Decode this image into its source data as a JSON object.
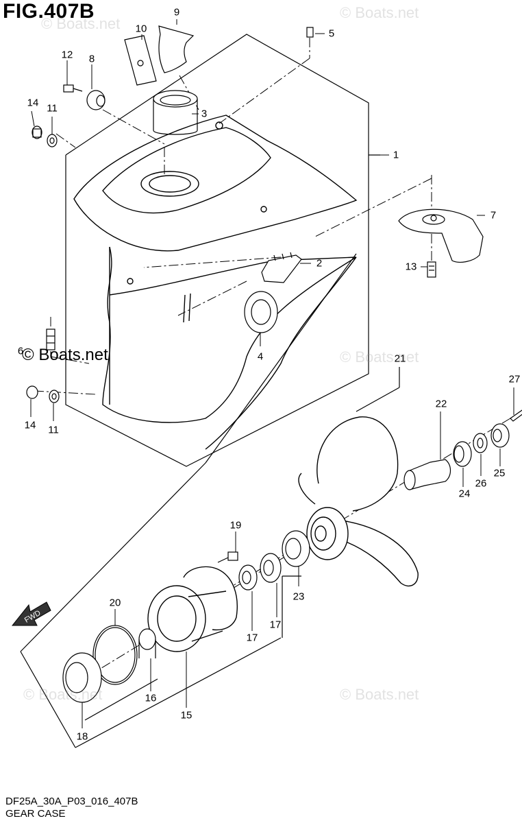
{
  "figure": {
    "title": "FIG.407B",
    "code": "DF25A_30A_P03_016_407B",
    "caption": "GEAR CASE"
  },
  "watermarks": {
    "text": "© Boats.net",
    "highlighted_text": "© Boats.net"
  },
  "direction_arrow": {
    "label": "FWD"
  },
  "callouts": {
    "c1": "1",
    "c2": "2",
    "c3": "3",
    "c4": "4",
    "c5": "5",
    "c6": "6",
    "c7": "7",
    "c8": "8",
    "c9": "9",
    "c10": "10",
    "c11a": "11",
    "c11b": "11",
    "c12": "12",
    "c13": "13",
    "c14a": "14",
    "c14b": "14",
    "c15": "15",
    "c16": "16",
    "c17a": "17",
    "c17b": "17",
    "c18": "18",
    "c19": "19",
    "c20": "20",
    "c21": "21",
    "c22": "22",
    "c23": "23",
    "c24": "24",
    "c25": "25",
    "c26": "26",
    "c27": "27"
  }
}
